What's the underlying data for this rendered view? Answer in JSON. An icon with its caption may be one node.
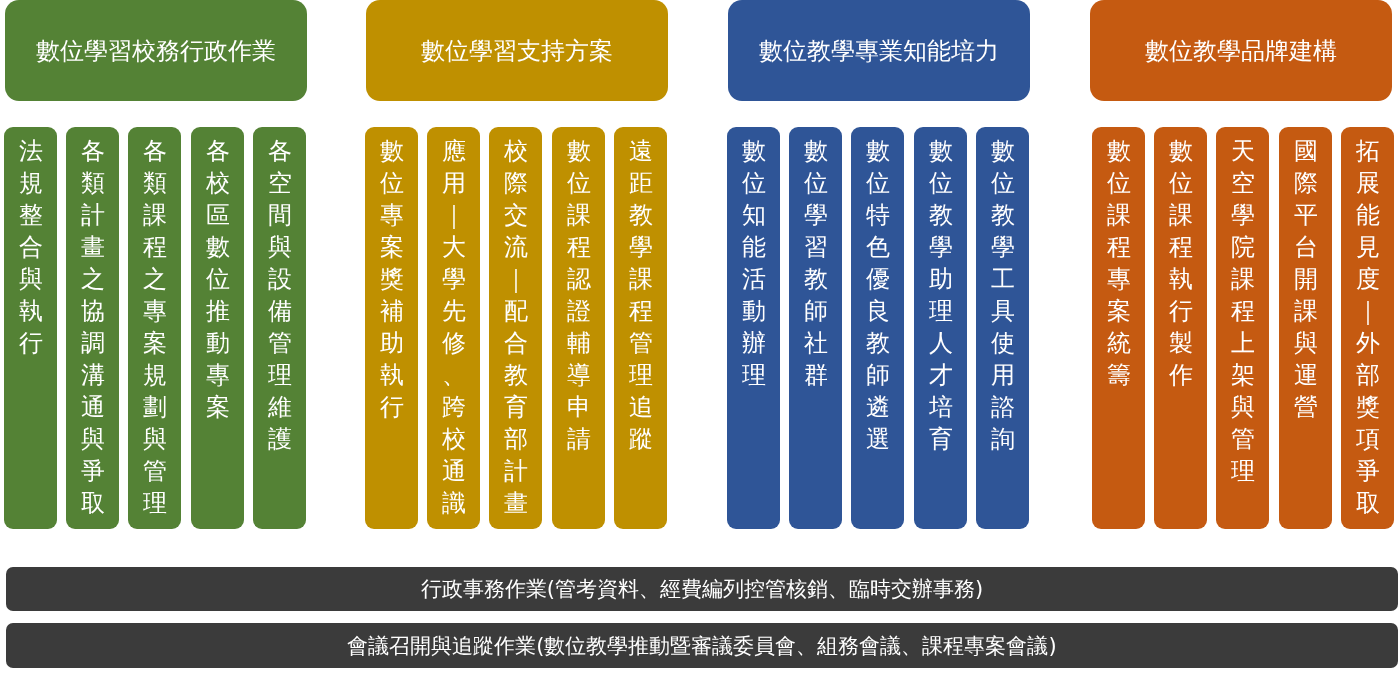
{
  "diagram": {
    "nodes": [
      {
        "text": [
          "數位學習校務行政作業"
        ]
      },
      {
        "text": [
          "法規整合與執行"
        ]
      },
      {
        "text": [
          "各類計畫之協調溝通與爭取"
        ]
      },
      {
        "text": [
          "各類課程之專案規劃與管理"
        ]
      },
      {
        "text": [
          "各校區數位推動專案"
        ]
      },
      {
        "text": [
          "各空間與設備管理維護"
        ]
      },
      {
        "text": [
          "數位學習支持方案"
        ]
      },
      {
        "text": [
          "數位專案獎補助執行"
        ]
      },
      {
        "text": [
          "應用｜大學先修、跨校通識"
        ]
      },
      {
        "text": [
          "校際交流｜配合教育部計畫"
        ]
      },
      {
        "text": [
          "數位課程認證輔導申請"
        ]
      },
      {
        "text": [
          "遠距教學課程管理追蹤"
        ]
      },
      {
        "text": [
          "數位教學專業知能培力"
        ]
      },
      {
        "text": [
          "數位知能活動辦理"
        ]
      },
      {
        "text": [
          "數位學習教師社群"
        ]
      },
      {
        "text": [
          "數位特色優良教師遴選"
        ]
      },
      {
        "text": [
          "數位教學助理人才培育"
        ]
      },
      {
        "text": [
          "數位教學工具使用諮詢"
        ]
      },
      {
        "text": [
          "數位教學品牌建構"
        ]
      },
      {
        "text": [
          "數位課程專案統籌"
        ]
      },
      {
        "text": [
          "數位課程執行製作"
        ]
      },
      {
        "text": [
          "天空學院課程上架與管理"
        ]
      },
      {
        "text": [
          "國際平台開課與運營"
        ]
      },
      {
        "text": [
          "拓展能見度｜外部獎項爭取"
        ]
      },
      {
        "text": [
          "行政事務作業(管考資料、經費編列控管核銷、臨時交辦事務)"
        ]
      },
      {
        "text": [
          "會議召開與追蹤作業(數位教學推動暨審議委員會、組務會議、課程專案會議)"
        ]
      }
    ],
    "edges": []
  }
}
